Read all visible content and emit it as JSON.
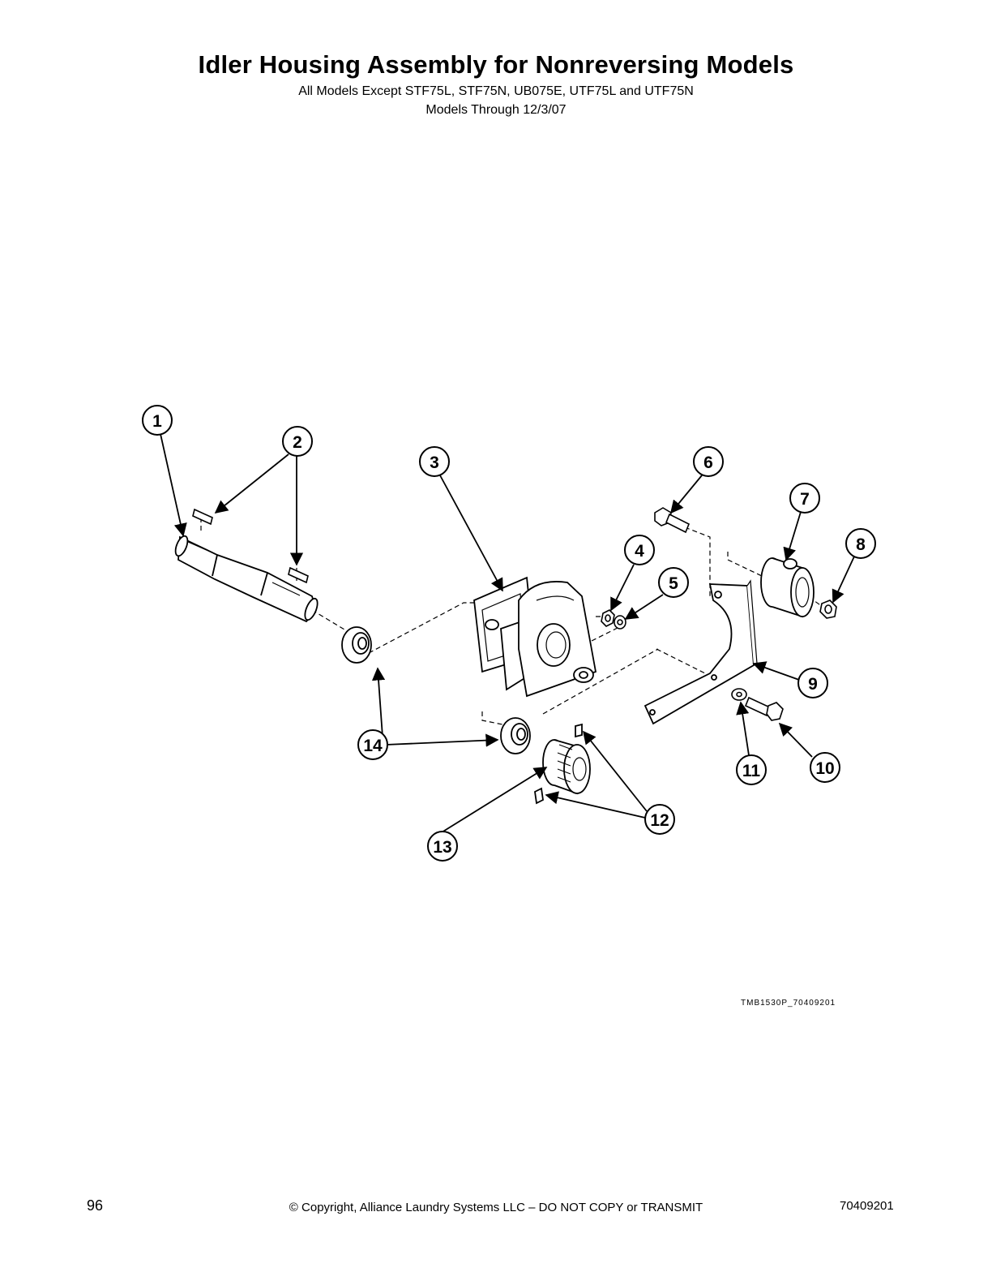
{
  "header": {
    "title": "Idler Housing Assembly for Nonreversing Models",
    "subtitle_line1": "All Models Except STF75L, STF75N, UB075E, UTF75L and UTF75N",
    "subtitle_line2": "Models Through 12/3/07"
  },
  "diagram": {
    "callouts": [
      "1",
      "2",
      "3",
      "4",
      "5",
      "6",
      "7",
      "8",
      "9",
      "10",
      "11",
      "12",
      "13",
      "14"
    ],
    "drawing_code": "TMB1530P_70409201"
  },
  "footer": {
    "page_number": "96",
    "copyright": "© Copyright, Alliance Laundry Systems LLC – DO NOT COPY or TRANSMIT",
    "document_number": "70409201"
  }
}
